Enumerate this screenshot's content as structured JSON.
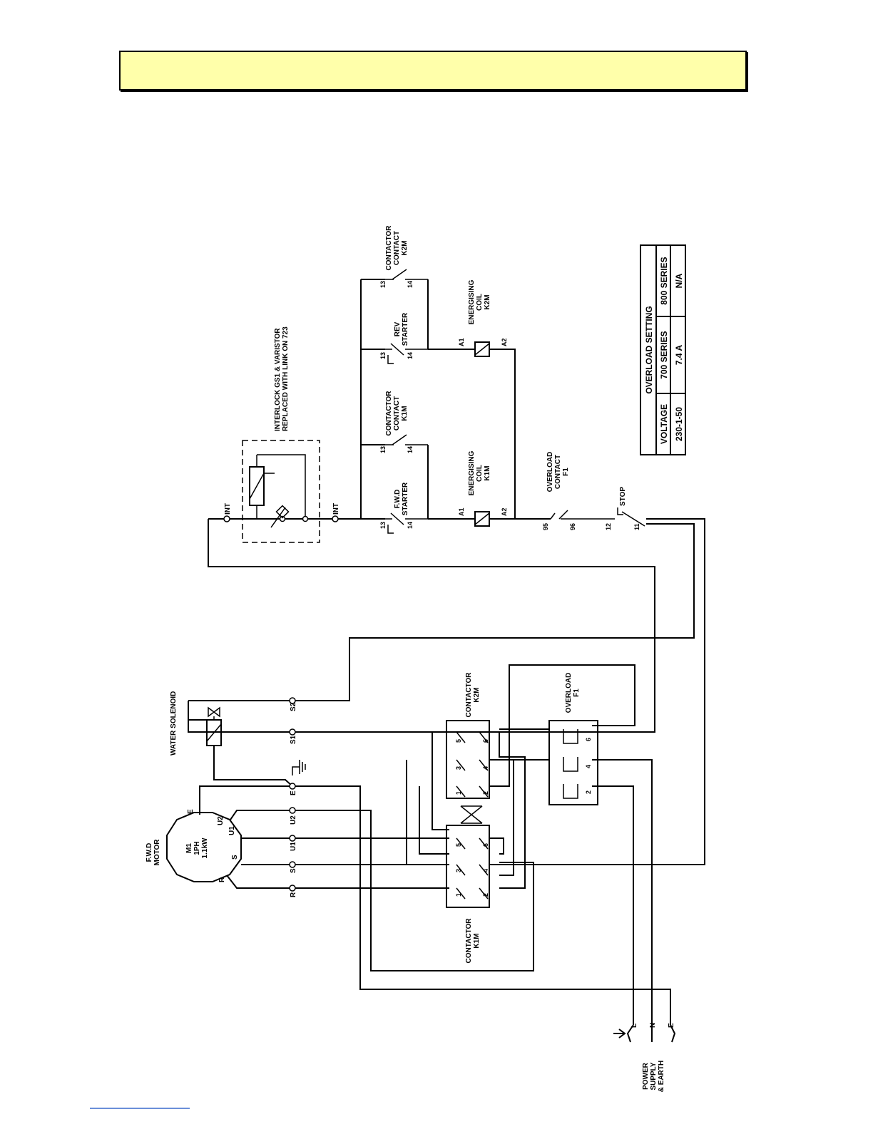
{
  "banner": {
    "text": ""
  },
  "labels": {
    "fwd_motor": [
      "F.W.D",
      "MOTOR"
    ],
    "motor_spec": [
      "M1",
      "1PH",
      "1.1kW"
    ],
    "water_solenoid": "WATER SOLENOID",
    "contactor_k2m": [
      "CONTACTOR",
      "K2M"
    ],
    "contactor_k1m": [
      "CONTACTOR",
      "K1M"
    ],
    "overload_f1": [
      "OVERLOAD",
      "F1"
    ],
    "power_supply": [
      "POWER",
      "SUPPLY",
      "& EARTH"
    ],
    "interlock": [
      "INTERLOCK GS1 & VARISTOR",
      "REPLACED WITH LINK ON 723"
    ],
    "contact_k2m": [
      "CONTACTOR",
      "CONTACT",
      "K2M"
    ],
    "contact_k1m": [
      "CONTACTOR",
      "CONTACT",
      "K1M"
    ],
    "rev_starter": [
      "REV",
      "STARTER"
    ],
    "fwd_starter": [
      "F.W.D",
      "STARTER"
    ],
    "coil_k2m": [
      "ENERGISING",
      "COIL",
      "K2M"
    ],
    "coil_k1m": [
      "ENERGISING",
      "COIL",
      "K1M"
    ],
    "overload_contact": [
      "OVERLOAD",
      "CONTACT",
      "F1"
    ],
    "stop": "STOP",
    "int": "INT"
  },
  "terminals": {
    "motor": [
      "E",
      "U2",
      "U1",
      "S",
      "R"
    ],
    "strip": [
      "S2",
      "S1",
      "E",
      "U2",
      "U1",
      "S",
      "R"
    ],
    "supply": [
      "L",
      "N",
      "E"
    ],
    "contactor_top": [
      "5",
      "6",
      "3",
      "4",
      "1",
      "2"
    ],
    "contactor_bottom": [
      "5",
      "6",
      "3",
      "4",
      "1",
      "2"
    ],
    "overload": [
      "6",
      "4",
      "2"
    ],
    "ctrl": {
      "c13": "13",
      "c14": "14",
      "a1": "A1",
      "a2": "A2",
      "o95": "95",
      "o96": "96",
      "s12": "12",
      "s11": "11"
    }
  },
  "table": {
    "title": "OVERLOAD SETTING",
    "headers": [
      "VOLTAGE",
      "700 SERIES",
      "800 SERIES"
    ],
    "rows": [
      [
        "230-1-50",
        "7.4 A",
        "N/A"
      ]
    ]
  }
}
